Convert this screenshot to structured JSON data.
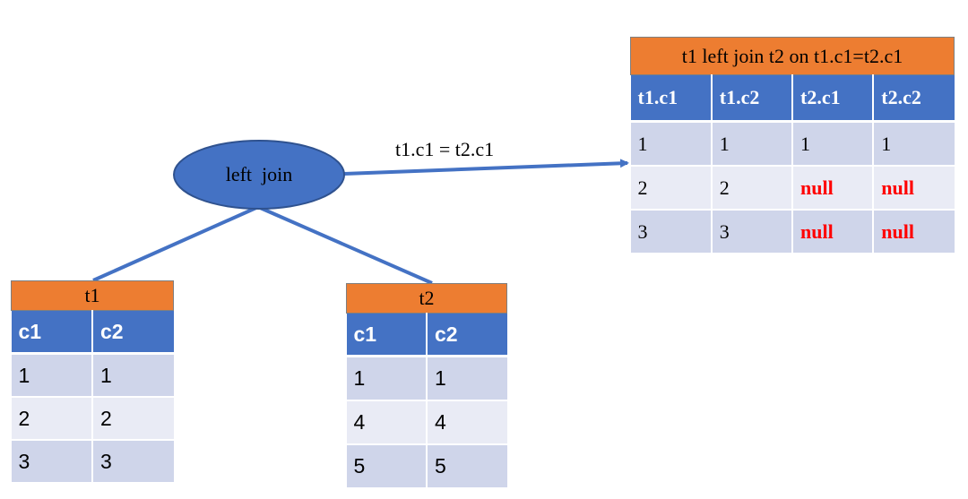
{
  "join_node": {
    "label": "left  join"
  },
  "arrow": {
    "label": "t1.c1 = t2.c1"
  },
  "tables": {
    "t1": {
      "title": "t1",
      "headers": [
        "c1",
        "c2"
      ],
      "rows": [
        [
          "1",
          "1"
        ],
        [
          "2",
          "2"
        ],
        [
          "3",
          "3"
        ]
      ]
    },
    "t2": {
      "title": "t2",
      "headers": [
        "c1",
        "c2"
      ],
      "rows": [
        [
          "1",
          "1"
        ],
        [
          "4",
          "4"
        ],
        [
          "5",
          "5"
        ]
      ]
    },
    "result": {
      "title": "t1 left join t2 on t1.c1=t2.c1",
      "headers": [
        "t1.c1",
        "t1.c2",
        "t2.c1",
        "t2.c2"
      ],
      "rows": [
        [
          "1",
          "1",
          "1",
          "1"
        ],
        [
          "2",
          "2",
          "null",
          "null"
        ],
        [
          "3",
          "3",
          "null",
          "null"
        ]
      ]
    }
  },
  "colors": {
    "title_fill": "#ED7D31",
    "header_fill": "#4472C4",
    "row_fill_dark": "#CFD5EA",
    "row_fill_light": "#E9EBF5",
    "null_text": "#FF0000",
    "connector": "#4472C4"
  }
}
